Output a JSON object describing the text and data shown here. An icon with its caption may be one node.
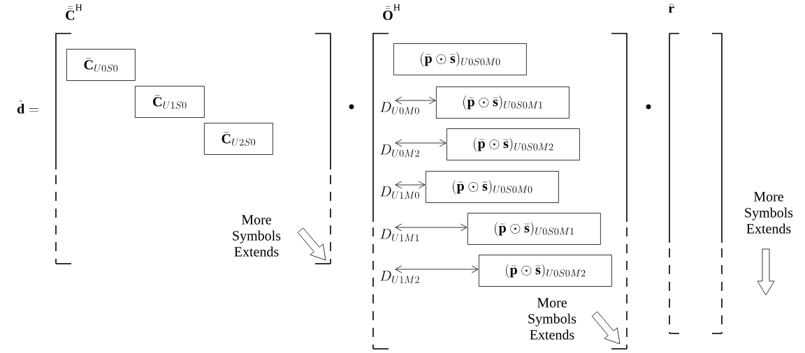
{
  "diagram": {
    "nodes": [
      {
        "text": [
          "\\bar{\\bar{\\mathbf{C}}}^{\\mathrm{H}}"
        ]
      },
      {
        "text": [
          "\\bar{\\mathbf{C}}_{U0S0}"
        ],
        "in": 0
      },
      {
        "text": [
          "\\bar{\\mathbf{C}}_{U1S0}"
        ],
        "in": 0
      },
      {
        "text": [
          "\\bar{\\mathbf{C}}_{U2S0}"
        ],
        "in": 0
      },
      {
        "text": [
          "\\bar{\\bar{\\mathbf{O}}}^{\\mathrm{H}}"
        ]
      },
      {
        "text": [
          "(\\bar{\\mathbf{p}}\\odot\\bar{\\mathbf{s}})_{U0S0M0}"
        ],
        "in": 4
      },
      {
        "text": [
          "D_{U0M0}"
        ],
        "in": 4
      },
      {
        "text": [
          "(\\bar{\\mathbf{p}}\\odot\\bar{\\mathbf{s}})_{U0S0M1}"
        ],
        "in": 4
      },
      {
        "text": [
          "D_{U0M2}"
        ],
        "in": 4
      },
      {
        "text": [
          "(\\bar{\\mathbf{p}}\\odot\\bar{\\mathbf{s}})_{U0S0M2}"
        ],
        "in": 4
      },
      {
        "text": [
          "D_{U1M0}"
        ],
        "in": 4
      },
      {
        "text": [
          "(\\bar{\\mathbf{p}}\\odot\\bar{\\mathbf{s}})_{U0S0M0}"
        ],
        "in": 4
      },
      {
        "text": [
          "D_{U1M1}"
        ],
        "in": 4
      },
      {
        "text": [
          "(\\bar{\\mathbf{p}}\\odot\\bar{\\mathbf{s}})_{U0S0M1}"
        ],
        "in": 4
      },
      {
        "text": [
          "D_{U1M2}"
        ],
        "in": 4
      },
      {
        "text": [
          "(\\bar{\\mathbf{p}}\\odot\\bar{\\mathbf{s}})_{U0S0M2}"
        ],
        "in": 4
      },
      {
        "text": [
          "\\bar{\\mathbf{r}}"
        ]
      }
    ],
    "edges": [
      {
        "from": 6,
        "to": 7,
        "arrow": "both"
      },
      {
        "from": 8,
        "to": 9,
        "arrow": "both"
      },
      {
        "from": 10,
        "to": 11,
        "arrow": "both"
      },
      {
        "from": 12,
        "to": 13,
        "arrow": "both"
      },
      {
        "from": 14,
        "to": 15,
        "arrow": "both"
      }
    ],
    "labels": [
      "\\hat{\\mathbf{d}} =",
      "More Symbols Extends",
      "More Symbols Extends",
      "More Symbols Extends"
    ]
  }
}
